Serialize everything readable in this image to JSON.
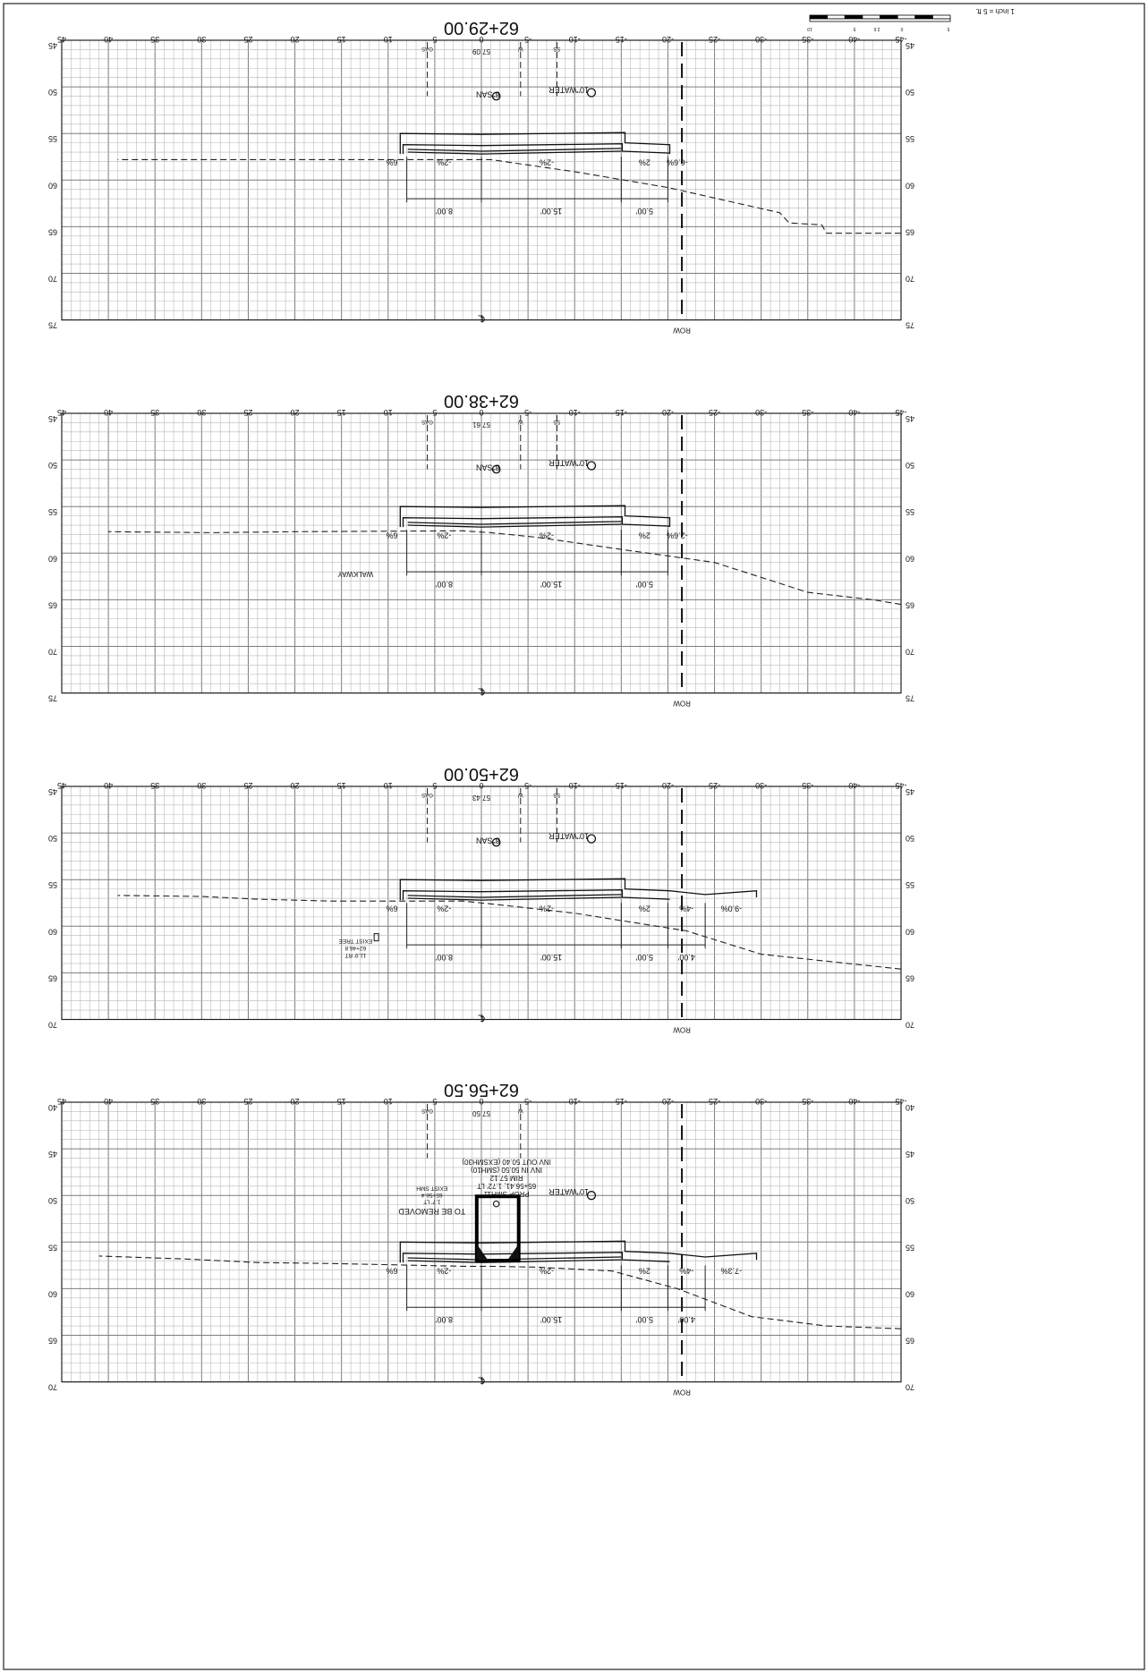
{
  "scale_bar": {
    "label": "1 inch = 5 ft.",
    "ticks": [
      "10",
      "5",
      "2.5",
      "0",
      "5"
    ]
  },
  "colors": {
    "grid_minor": "#b9b9b9",
    "grid_major": "#7d7d7d",
    "ink": "#111111"
  },
  "sections": [
    {
      "station": "62+29.00",
      "x_ticks": [
        "45",
        "40",
        "35",
        "30",
        "25",
        "20",
        "15",
        "10",
        "5",
        "0",
        "-5",
        "-10",
        "-15",
        "-20",
        "-25",
        "-30",
        "-35",
        "-40",
        "-45"
      ],
      "y_ticks": [
        "45",
        "50",
        "55",
        "60",
        "65",
        "70",
        "75"
      ],
      "y_range": [
        45,
        75
      ],
      "centerline_elev": "57.09",
      "centerline_label": "℄",
      "row_label": "ROW",
      "utility_labels": [
        "GAS",
        "W",
        "SS"
      ],
      "pipe_labels": [
        "8\"SAN",
        "10\"WATER"
      ],
      "slopes": [
        "6%",
        "-2%",
        "-2%",
        "2%",
        "-6.6%"
      ],
      "dims": [
        "8.00'",
        "15.00'",
        "5.00'"
      ],
      "ground": [
        [
          -45,
          65.7
        ],
        [
          -37,
          65.7
        ],
        [
          -36.5,
          64.8
        ],
        [
          -33,
          64.6
        ],
        [
          -32,
          63.5
        ],
        [
          -20,
          60.8
        ],
        [
          -10,
          59.1
        ],
        [
          -1,
          57.8
        ],
        [
          2,
          57.8
        ],
        [
          19,
          57.8
        ],
        [
          27,
          57.8
        ],
        [
          39,
          57.8
        ]
      ]
    },
    {
      "station": "62+38.00",
      "x_ticks": [
        "45",
        "40",
        "35",
        "30",
        "25",
        "20",
        "15",
        "10",
        "5",
        "0",
        "-5",
        "-10",
        "-15",
        "-20",
        "-25",
        "-30",
        "-35",
        "-40",
        "-45"
      ],
      "y_ticks": [
        "45",
        "50",
        "55",
        "60",
        "65",
        "70",
        "75"
      ],
      "y_range": [
        45,
        75
      ],
      "centerline_elev": "57.61",
      "centerline_label": "℄",
      "row_label": "ROW",
      "utility_labels": [
        "GAS",
        "W",
        "SS"
      ],
      "pipe_labels": [
        "8\"SAN",
        "10\"WATER"
      ],
      "slopes": [
        "6%",
        "-2%",
        "-2%",
        "2%",
        "-2.6%"
      ],
      "dims": [
        "8.00'",
        "15.00'",
        "5.00'"
      ],
      "other_labels": [
        "WALKWAY"
      ],
      "ground": [
        [
          -45,
          65.5
        ],
        [
          -42,
          65
        ],
        [
          -35,
          64.2
        ],
        [
          -25,
          61
        ],
        [
          -15,
          59.6
        ],
        [
          -6,
          58.3
        ],
        [
          -1,
          57.8
        ],
        [
          2,
          57.6
        ],
        [
          20,
          57.7
        ],
        [
          29,
          57.8
        ],
        [
          40,
          57.7
        ]
      ]
    },
    {
      "station": "62+50.00",
      "x_ticks": [
        "45",
        "40",
        "35",
        "30",
        "25",
        "20",
        "15",
        "10",
        "5",
        "0",
        "-5",
        "-10",
        "-15",
        "-20",
        "-25",
        "-30",
        "-35",
        "-40",
        "-45"
      ],
      "y_ticks": [
        "45",
        "50",
        "55",
        "60",
        "65",
        "70"
      ],
      "y_range": [
        45,
        70
      ],
      "centerline_elev": "57.43",
      "centerline_label": "℄",
      "row_label": "ROW",
      "utility_labels": [
        "GAS",
        "W",
        "SS"
      ],
      "pipe_labels": [
        "8\"SAN",
        "10\"WATER"
      ],
      "slopes": [
        "6%",
        "-2%",
        "-2%",
        "2%",
        "-4%",
        "-9.0%"
      ],
      "dims": [
        "8.00'",
        "15.00'",
        "5.00'",
        "4.00'"
      ],
      "tree_note": [
        "EXIST TREE",
        "62+46.8",
        "11.9' RT"
      ],
      "ground": [
        [
          -45,
          64.6
        ],
        [
          -30,
          63
        ],
        [
          -22,
          60.5
        ],
        [
          -10,
          58.6
        ],
        [
          -1,
          57.6
        ],
        [
          2,
          57.3
        ],
        [
          16,
          57.3
        ],
        [
          24,
          57.1
        ],
        [
          30,
          56.8
        ],
        [
          39,
          56.7
        ]
      ]
    },
    {
      "station": "62+56.50",
      "x_ticks": [
        "45",
        "40",
        "35",
        "30",
        "25",
        "20",
        "15",
        "10",
        "5",
        "0",
        "-5",
        "-10",
        "-15",
        "-20",
        "-25",
        "-30",
        "-35",
        "-40",
        "-45"
      ],
      "y_ticks": [
        "40",
        "45",
        "50",
        "55",
        "60",
        "65",
        "70"
      ],
      "y_range": [
        40,
        70
      ],
      "centerline_elev": "57.50",
      "centerline_label": "℄",
      "row_label": "ROW",
      "utility_labels": [
        "GAS",
        "W"
      ],
      "pipe_labels": [
        "10\"WATER"
      ],
      "slopes": [
        "6%",
        "-2%",
        "-2%",
        "2%",
        "-4%",
        "-7.3%"
      ],
      "dims": [
        "8.00'",
        "15.00'",
        "5.00'",
        "4.00'"
      ],
      "manhole_note": [
        "PROP SMH11",
        "65+56.41, 1.72' LT",
        "RIM 57.12",
        "INV IN 50.50 (SMH10)",
        "INV OUT 50.40 (EXSMH30)"
      ],
      "existing_manhole_note": [
        "EXIST SMH",
        "65+56.4",
        "1.7' LT",
        "TO BE REMOVED"
      ],
      "ground": [
        [
          -45,
          64.3
        ],
        [
          -37,
          64
        ],
        [
          -29,
          63
        ],
        [
          -21,
          60
        ],
        [
          -14,
          58.1
        ],
        [
          -6,
          57.7
        ],
        [
          -1,
          57.6
        ],
        [
          2,
          57.6
        ],
        [
          16,
          57.3
        ],
        [
          24,
          57.2
        ],
        [
          32,
          56.8
        ],
        [
          41,
          56.5
        ]
      ]
    }
  ]
}
